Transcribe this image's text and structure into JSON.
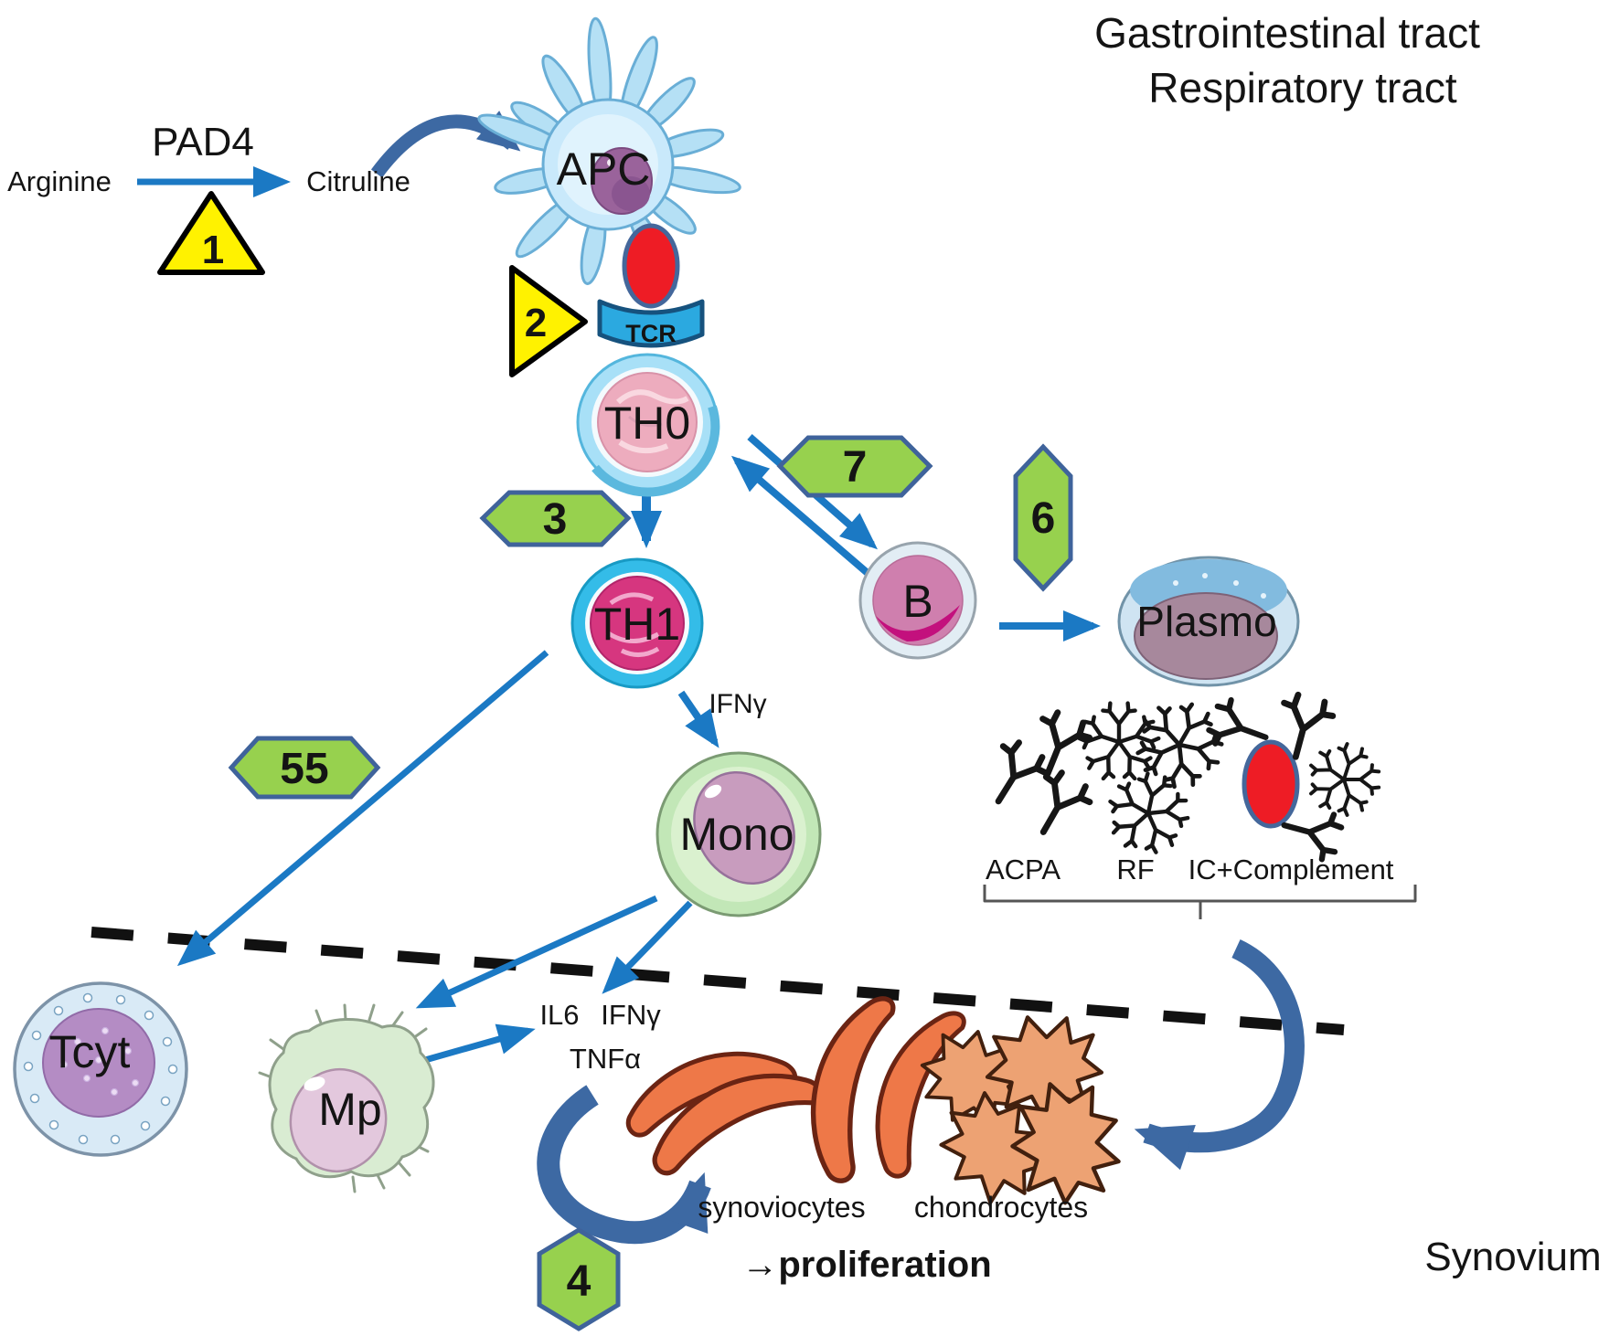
{
  "header": {
    "site_line1": "Gastrointestinal tract",
    "site_line2": "Respiratory tract"
  },
  "footer": {
    "site_label": "Synovium"
  },
  "reaction": {
    "substrate": "Arginine",
    "enzyme": "PAD4",
    "product": "Citruline"
  },
  "steps": {
    "one": "1",
    "two": "2",
    "three": "3",
    "four": "4",
    "five": "55",
    "six": "6",
    "seven": "7"
  },
  "cells": {
    "apc": "APC",
    "tcr": "TCR",
    "th0": "TH0",
    "th1": "TH1",
    "b": "B",
    "plasmo": "Plasmo",
    "mono": "Mono",
    "tcyt": "Tcyt",
    "mp": "Mp"
  },
  "cytokines": {
    "ifng_th1": "IFNγ",
    "il6": "IL6",
    "ifng_syn": "IFNγ",
    "tnfa": "TNFα"
  },
  "autoantibodies": {
    "acpa": "ACPA",
    "rf": "RF",
    "ic": "IC+Complement"
  },
  "synovium": {
    "synoviocytes": "synoviocytes",
    "chondrocytes": "chondrocytes",
    "proliferation": "→proliferation"
  },
  "colors": {
    "arrow_blue": "#1b79c4",
    "arrow_dark_blue": "#3d69a3",
    "step_green": "#97d14e",
    "step_border": "#3f639b",
    "warning_yellow": "#fff200",
    "antigen_red": "#ee1c25",
    "dashed_divider": "#111111"
  }
}
